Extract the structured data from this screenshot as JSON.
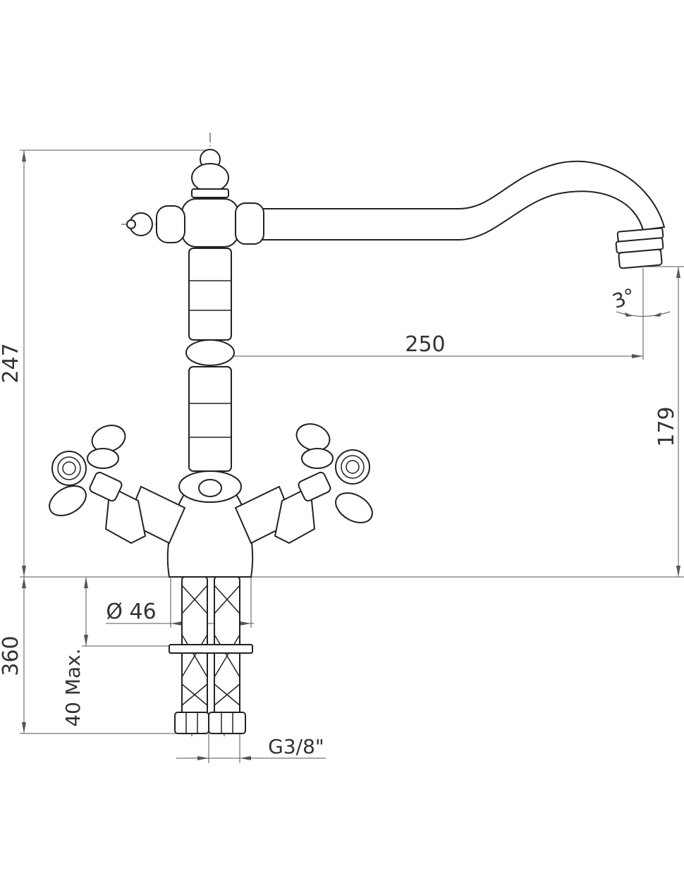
{
  "dimensions": {
    "total_height": "247",
    "spout_height": "179",
    "spout_reach": "250",
    "spout_angle": "3°",
    "base_diameter": "Ø 46",
    "hose_length": "360",
    "max_thickness": "40 Max.",
    "connection_thread": "G3/8\""
  }
}
